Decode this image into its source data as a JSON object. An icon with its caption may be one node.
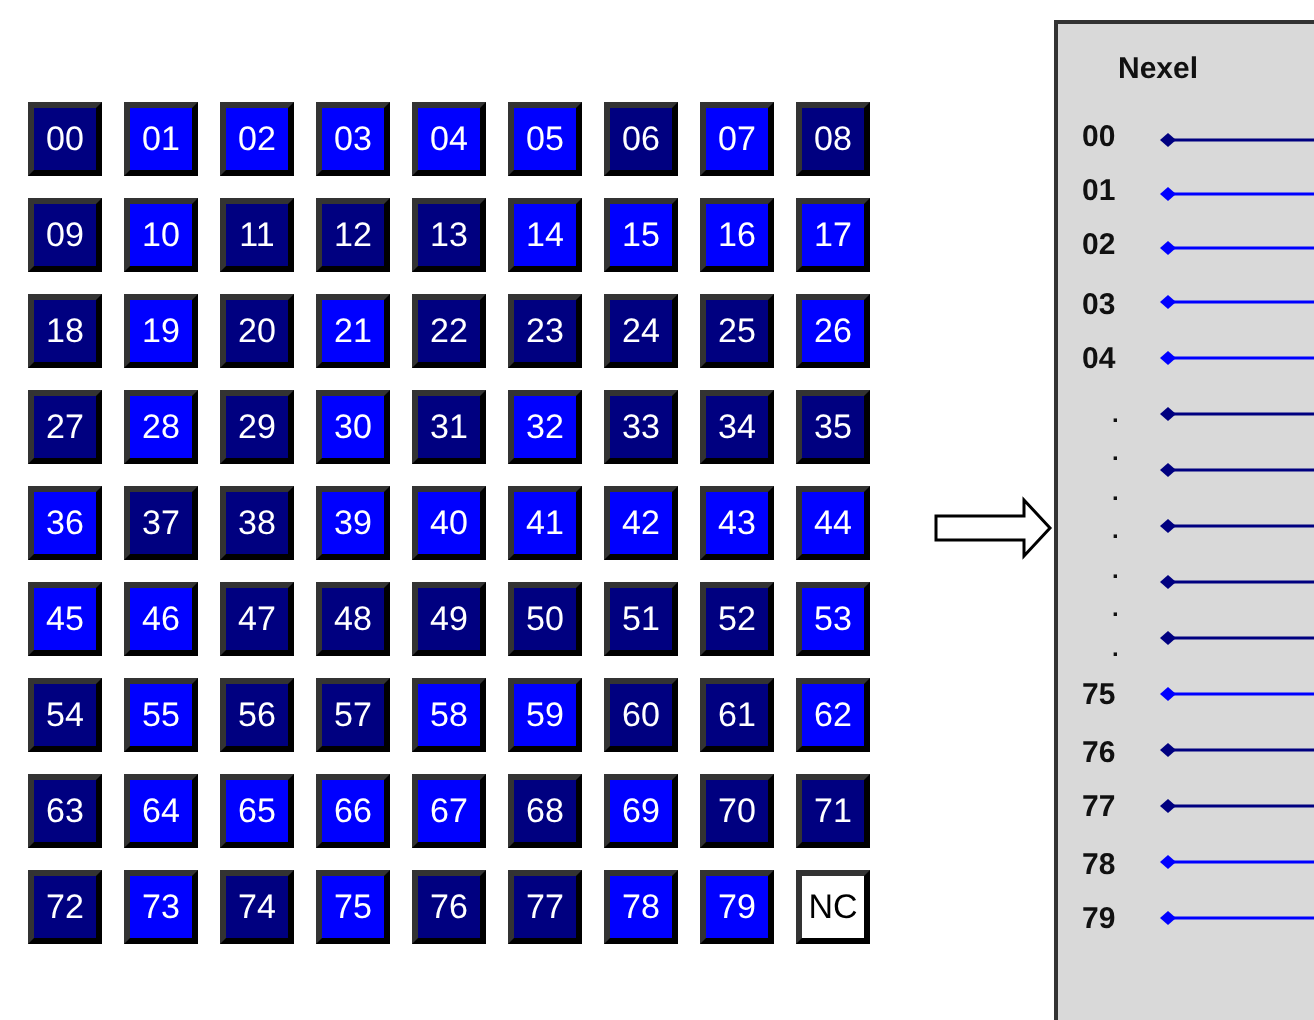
{
  "diagram": {
    "nodes": [
      {
        "text": [
          "00"
        ]
      },
      {
        "text": [
          "01"
        ]
      },
      {
        "text": [
          "02"
        ]
      },
      {
        "text": [
          "03"
        ]
      },
      {
        "text": [
          "04"
        ]
      },
      {
        "text": [
          "05"
        ]
      },
      {
        "text": [
          "06"
        ]
      },
      {
        "text": [
          "07"
        ]
      },
      {
        "text": [
          "08"
        ]
      },
      {
        "text": [
          "09"
        ]
      },
      {
        "text": [
          "10"
        ]
      },
      {
        "text": [
          "11"
        ]
      },
      {
        "text": [
          "12"
        ]
      },
      {
        "text": [
          "13"
        ]
      },
      {
        "text": [
          "14"
        ]
      },
      {
        "text": [
          "15"
        ]
      },
      {
        "text": [
          "16"
        ]
      },
      {
        "text": [
          "17"
        ]
      },
      {
        "text": [
          "18"
        ]
      },
      {
        "text": [
          "19"
        ]
      },
      {
        "text": [
          "20"
        ]
      },
      {
        "text": [
          "21"
        ]
      },
      {
        "text": [
          "22"
        ]
      },
      {
        "text": [
          "23"
        ]
      },
      {
        "text": [
          "24"
        ]
      },
      {
        "text": [
          "25"
        ]
      },
      {
        "text": [
          "26"
        ]
      },
      {
        "text": [
          "27"
        ]
      },
      {
        "text": [
          "28"
        ]
      },
      {
        "text": [
          "29"
        ]
      },
      {
        "text": [
          "30"
        ]
      },
      {
        "text": [
          "31"
        ]
      },
      {
        "text": [
          "32"
        ]
      },
      {
        "text": [
          "33"
        ]
      },
      {
        "text": [
          "34"
        ]
      },
      {
        "text": [
          "35"
        ]
      },
      {
        "text": [
          "36"
        ]
      },
      {
        "text": [
          "37"
        ]
      },
      {
        "text": [
          "38"
        ]
      },
      {
        "text": [
          "39"
        ]
      },
      {
        "text": [
          "40"
        ]
      },
      {
        "text": [
          "41"
        ]
      },
      {
        "text": [
          "42"
        ]
      },
      {
        "text": [
          "43"
        ]
      },
      {
        "text": [
          "44"
        ]
      },
      {
        "text": [
          "45"
        ]
      },
      {
        "text": [
          "46"
        ]
      },
      {
        "text": [
          "47"
        ]
      },
      {
        "text": [
          "48"
        ]
      },
      {
        "text": [
          "49"
        ]
      },
      {
        "text": [
          "50"
        ]
      },
      {
        "text": [
          "51"
        ]
      },
      {
        "text": [
          "52"
        ]
      },
      {
        "text": [
          "53"
        ]
      },
      {
        "text": [
          "54"
        ]
      },
      {
        "text": [
          "55"
        ]
      },
      {
        "text": [
          "56"
        ]
      },
      {
        "text": [
          "57"
        ]
      },
      {
        "text": [
          "58"
        ]
      },
      {
        "text": [
          "59"
        ]
      },
      {
        "text": [
          "60"
        ]
      },
      {
        "text": [
          "61"
        ]
      },
      {
        "text": [
          "62"
        ]
      },
      {
        "text": [
          "63"
        ]
      },
      {
        "text": [
          "64"
        ]
      },
      {
        "text": [
          "65"
        ]
      },
      {
        "text": [
          "66"
        ]
      },
      {
        "text": [
          "67"
        ]
      },
      {
        "text": [
          "68"
        ]
      },
      {
        "text": [
          "69"
        ]
      },
      {
        "text": [
          "70"
        ]
      },
      {
        "text": [
          "71"
        ]
      },
      {
        "text": [
          "72"
        ]
      },
      {
        "text": [
          "73"
        ]
      },
      {
        "text": [
          "74"
        ]
      },
      {
        "text": [
          "75"
        ]
      },
      {
        "text": [
          "76"
        ]
      },
      {
        "text": [
          "77"
        ]
      },
      {
        "text": [
          "78"
        ]
      },
      {
        "text": [
          "79"
        ]
      },
      {
        "text": [
          "NC"
        ]
      },
      {
        "text": [
          "Nexel"
        ]
      }
    ],
    "edges": [
      {
        "from": null,
        "to": 81,
        "arrow": "to"
      }
    ],
    "labels": [
      "00",
      "01",
      "02",
      "03",
      "04",
      ".",
      ".",
      ".",
      ".",
      ".",
      ".",
      ".",
      "75",
      "76",
      "77",
      "78",
      "79"
    ]
  }
}
